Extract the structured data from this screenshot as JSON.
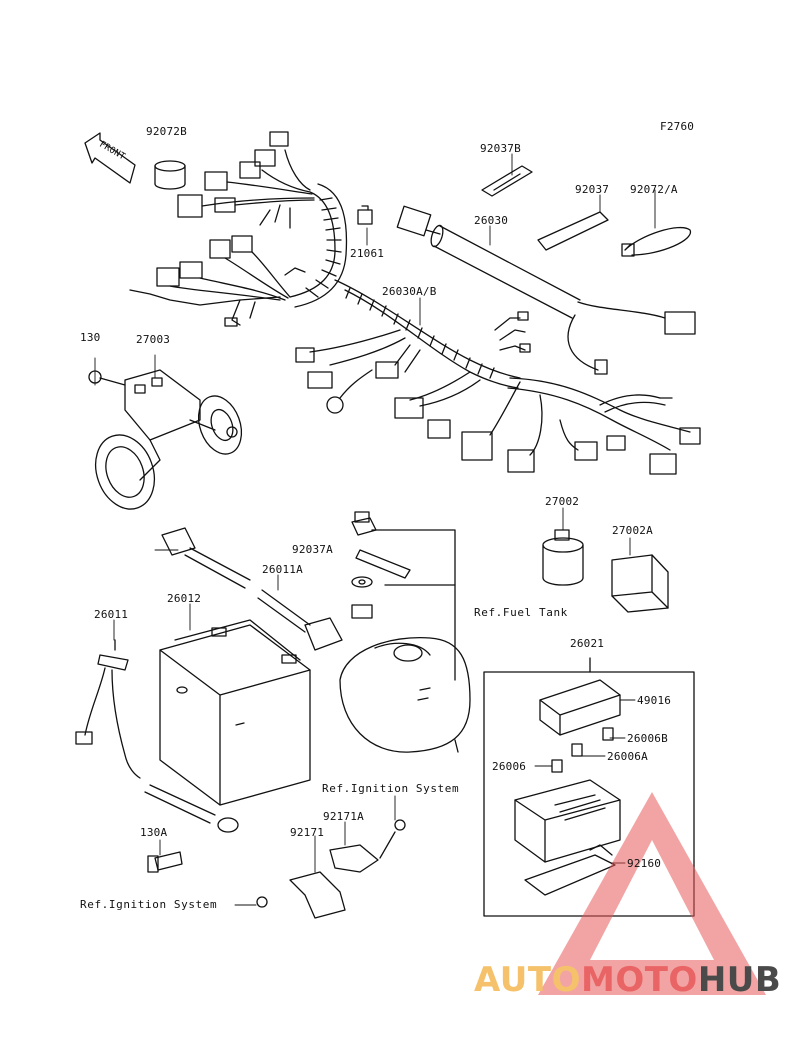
{
  "figure_code": "F2760",
  "front_label": "FRONT",
  "parts": {
    "p92072B": "92072B",
    "p92037B": "92037B",
    "p92037": "92037",
    "p92072A": "92072/A",
    "p26030": "26030",
    "p21061": "21061",
    "p26030AB": "26030A/B",
    "p130": "130",
    "p27003": "27003",
    "p27002": "27002",
    "p27002A": "27002A",
    "p92037A": "92037A",
    "p26011A": "26011A",
    "p26011": "26011",
    "p26012": "26012",
    "p26021": "26021",
    "p49016": "49016",
    "p26006B": "26006B",
    "p26006A": "26006A",
    "p26006": "26006",
    "p92160": "92160",
    "p130A": "130A",
    "p92171A": "92171A",
    "p92171": "92171"
  },
  "refs": {
    "fuel_tank": "Ref.Fuel Tank",
    "ignition_upper": "Ref.Ignition System",
    "ignition_lower": "Ref.Ignition System"
  },
  "watermark": {
    "part1": "AUTO",
    "part2": "MOTO",
    "part3": "HUB",
    "color_light": "#f5c26b",
    "color_red": "#e85a5a",
    "color_dark": "#4a4a4a"
  }
}
